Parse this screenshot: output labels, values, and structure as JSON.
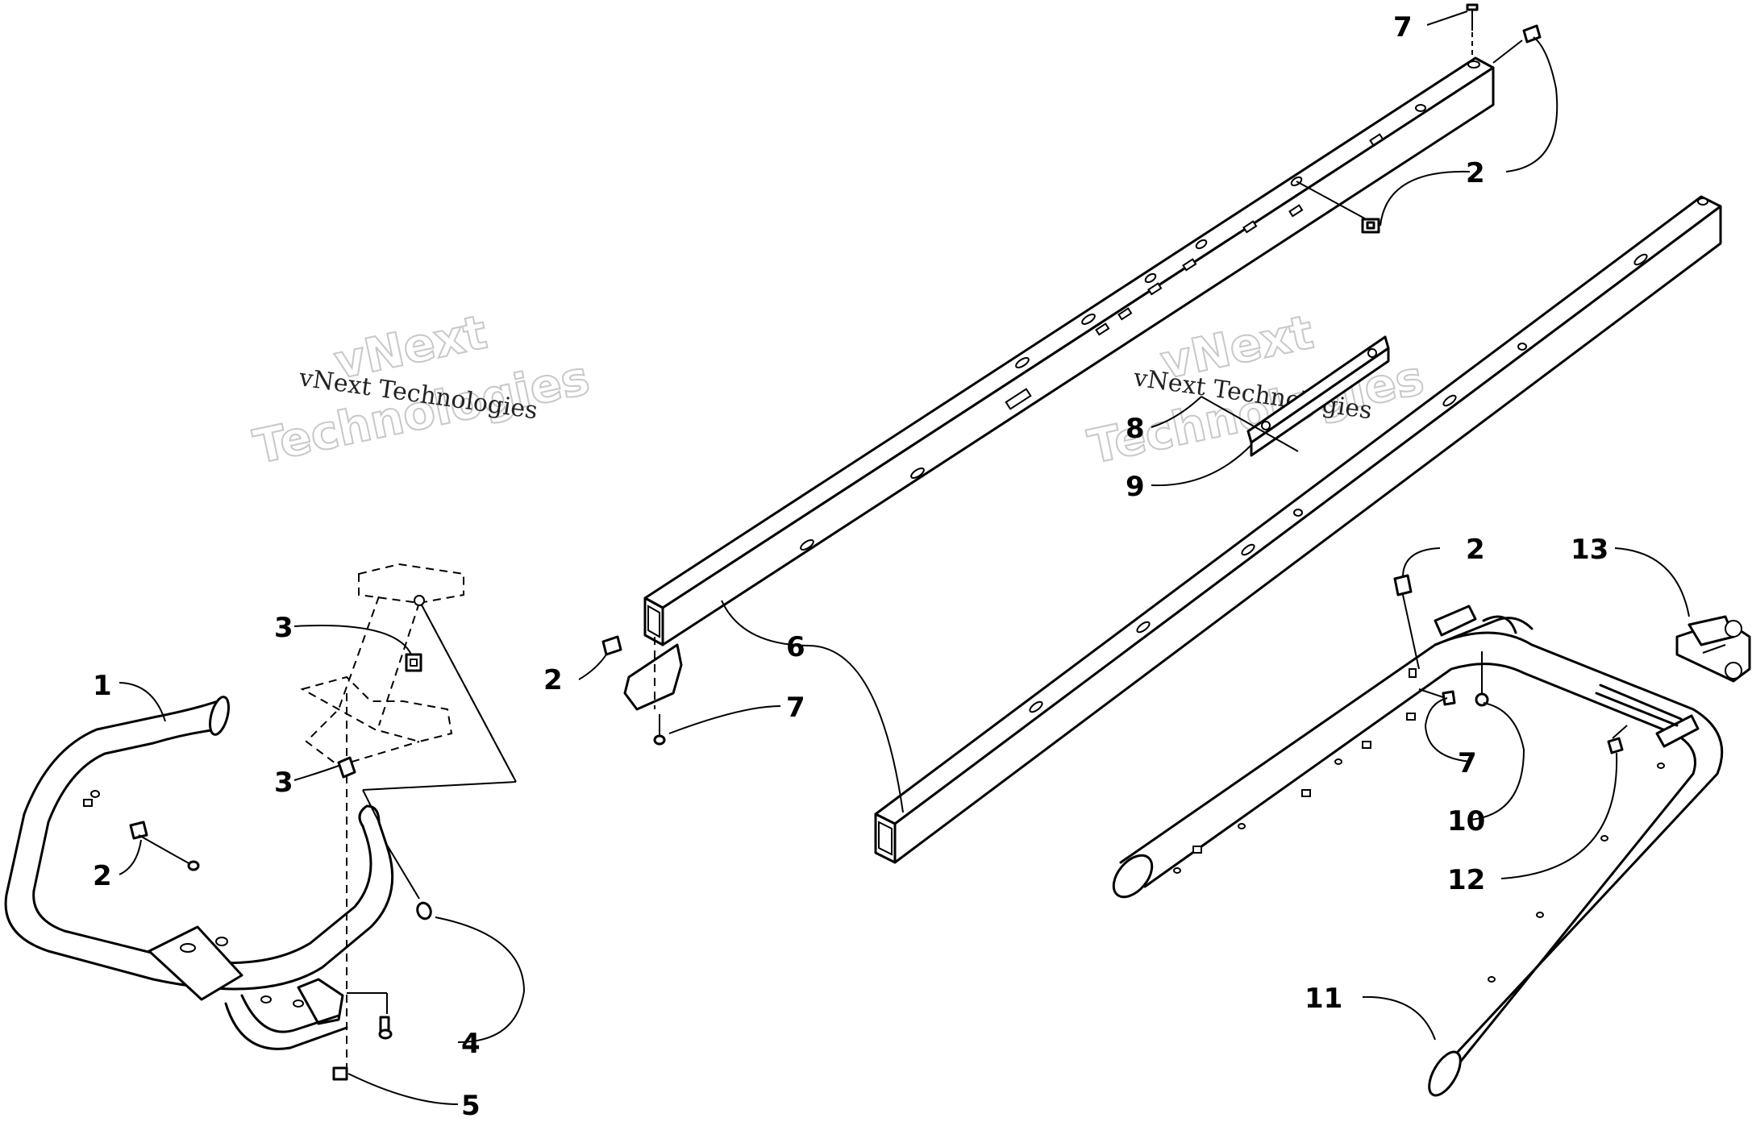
{
  "callouts": {
    "c1": "1",
    "c2a": "2",
    "c2b": "2",
    "c2c": "2",
    "c2d": "2",
    "c3a": "3",
    "c3b": "3",
    "c4": "4",
    "c5": "5",
    "c6": "6",
    "c7a": "7",
    "c7b": "7",
    "c7c": "7",
    "c8": "8",
    "c9": "9",
    "c10": "10",
    "c11": "11",
    "c12": "12",
    "c13": "13"
  },
  "watermarks": {
    "left_outline_line1": "vNext",
    "left_outline_line2": "Technologies",
    "left_plain": "vNext Technologies",
    "right_outline_line1": "vNext",
    "right_outline_line2": "Technologies",
    "right_plain": "vNext Technologies"
  }
}
